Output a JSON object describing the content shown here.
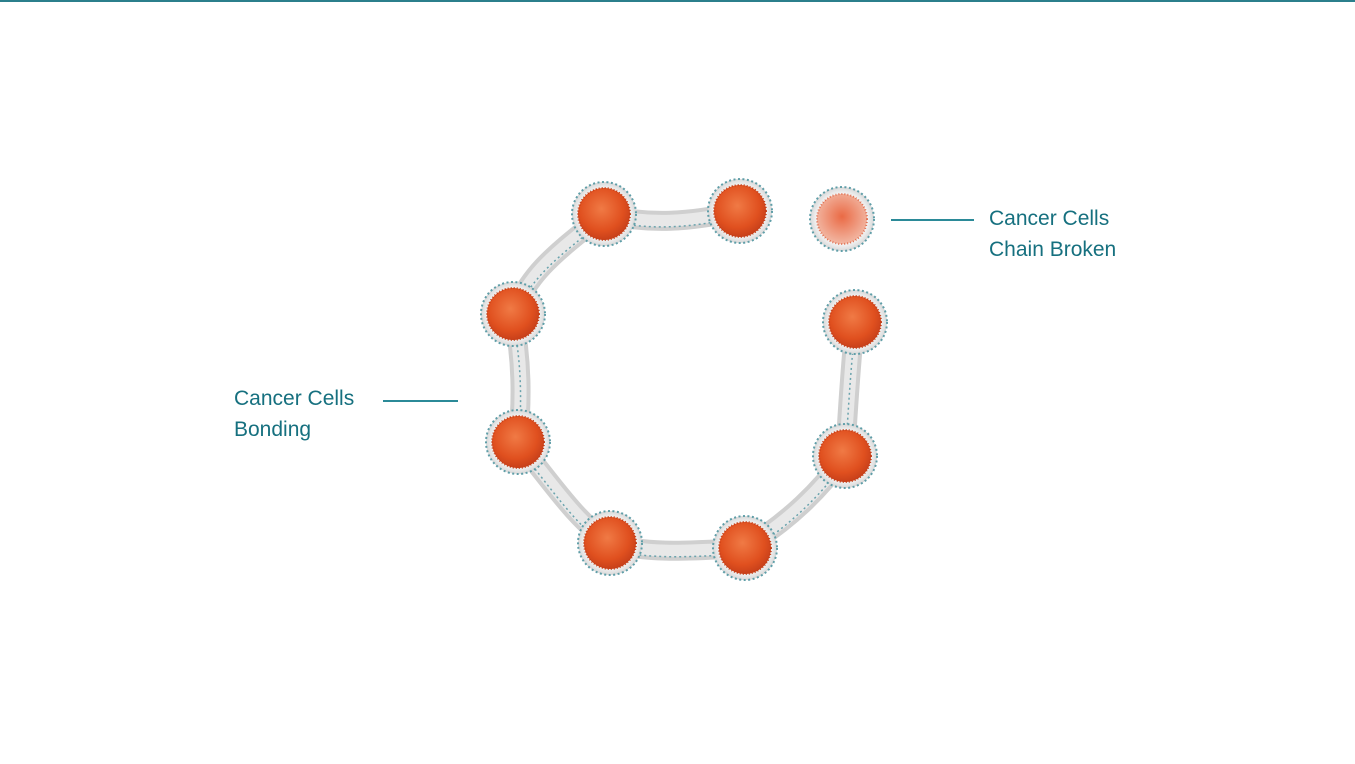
{
  "labels": {
    "bonding": {
      "line1": "Cancer Cells",
      "line2": "Bonding"
    },
    "broken": {
      "line1": "Cancer Cells",
      "line2": "Chain Broken"
    }
  },
  "colors": {
    "text": "#16707f",
    "cell": "#e8542a",
    "membrane": "#5f9ea8"
  }
}
